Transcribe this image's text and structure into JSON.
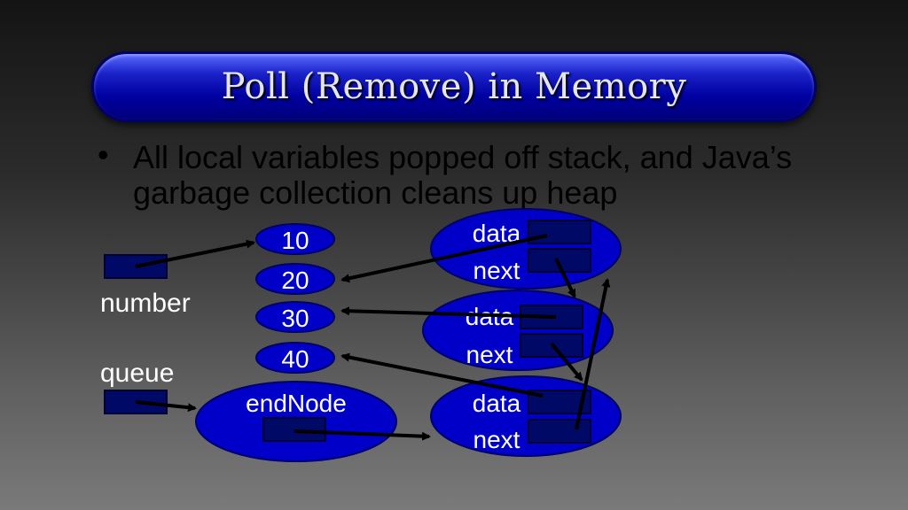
{
  "title": "Poll (Remove) in Memory",
  "bullet": {
    "marker": "•",
    "text": "All local variables popped off stack, and Java’s garbage collection cleans up heap"
  },
  "stack_vars": {
    "number": "number",
    "queue": "queue"
  },
  "values": [
    "10",
    "20",
    "30",
    "40"
  ],
  "end_node_label": "endNode",
  "node_fields": {
    "data": "data",
    "next": "next"
  },
  "colors": {
    "node_fill": "#0000c8",
    "slot_fill": "#000a66",
    "arrow": "#000000",
    "title_bar": "#0000a0"
  }
}
